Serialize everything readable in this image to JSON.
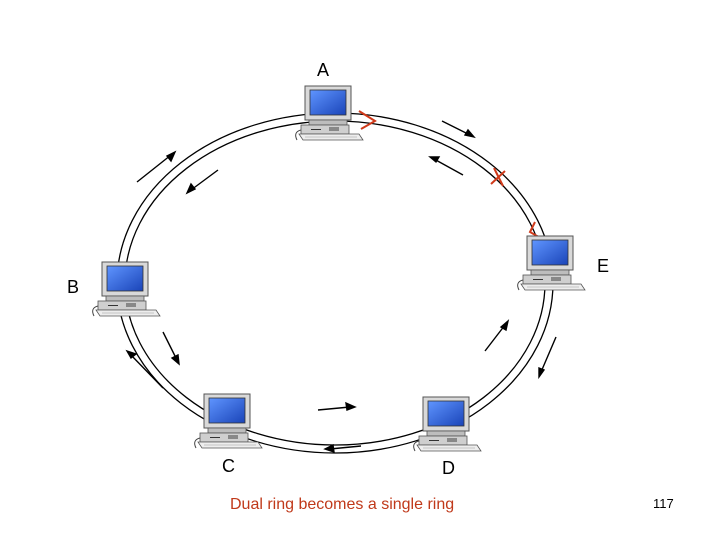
{
  "nodes": [
    {
      "id": "A",
      "label": "A"
    },
    {
      "id": "B",
      "label": "B"
    },
    {
      "id": "C",
      "label": "C"
    },
    {
      "id": "D",
      "label": "D"
    },
    {
      "id": "E",
      "label": "E"
    }
  ],
  "caption": "Dual ring becomes a single ring",
  "page_number": "117",
  "colors": {
    "ring": "#000000",
    "break_marks": "#d03a1a",
    "caption": "#c0391a",
    "monitor_screen": "#2a63d6"
  },
  "icons": {
    "node": "desktop-computer-icon",
    "break": "x-icon",
    "loopback": "angle-bracket-icon",
    "arrow": "direction-arrow-icon"
  }
}
